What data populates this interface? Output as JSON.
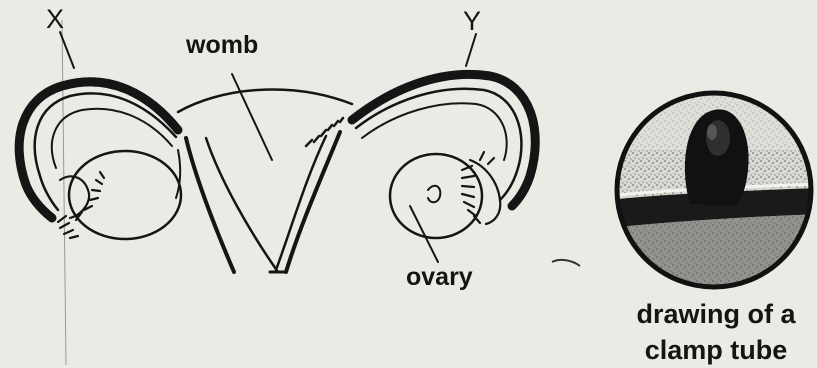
{
  "diagram": {
    "labels": {
      "x": "X",
      "y": "Y",
      "womb": "womb",
      "ovary": "ovary"
    },
    "caption": {
      "line1": "drawing of a",
      "line2": "clamp tube"
    }
  },
  "colors": {
    "background": "#ebebe6",
    "ink": "#141414"
  }
}
